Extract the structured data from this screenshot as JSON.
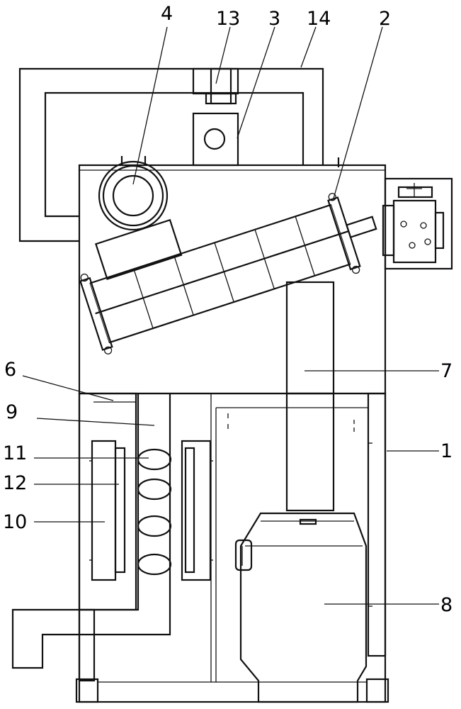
{
  "labels": {
    "l1": "1",
    "l2": "2",
    "l3": "3",
    "l4": "4",
    "l6": "6",
    "l7": "7",
    "l8": "8",
    "l9": "9",
    "l10": "10",
    "l11": "11",
    "l12": "12",
    "l13": "13",
    "l14": "14"
  }
}
